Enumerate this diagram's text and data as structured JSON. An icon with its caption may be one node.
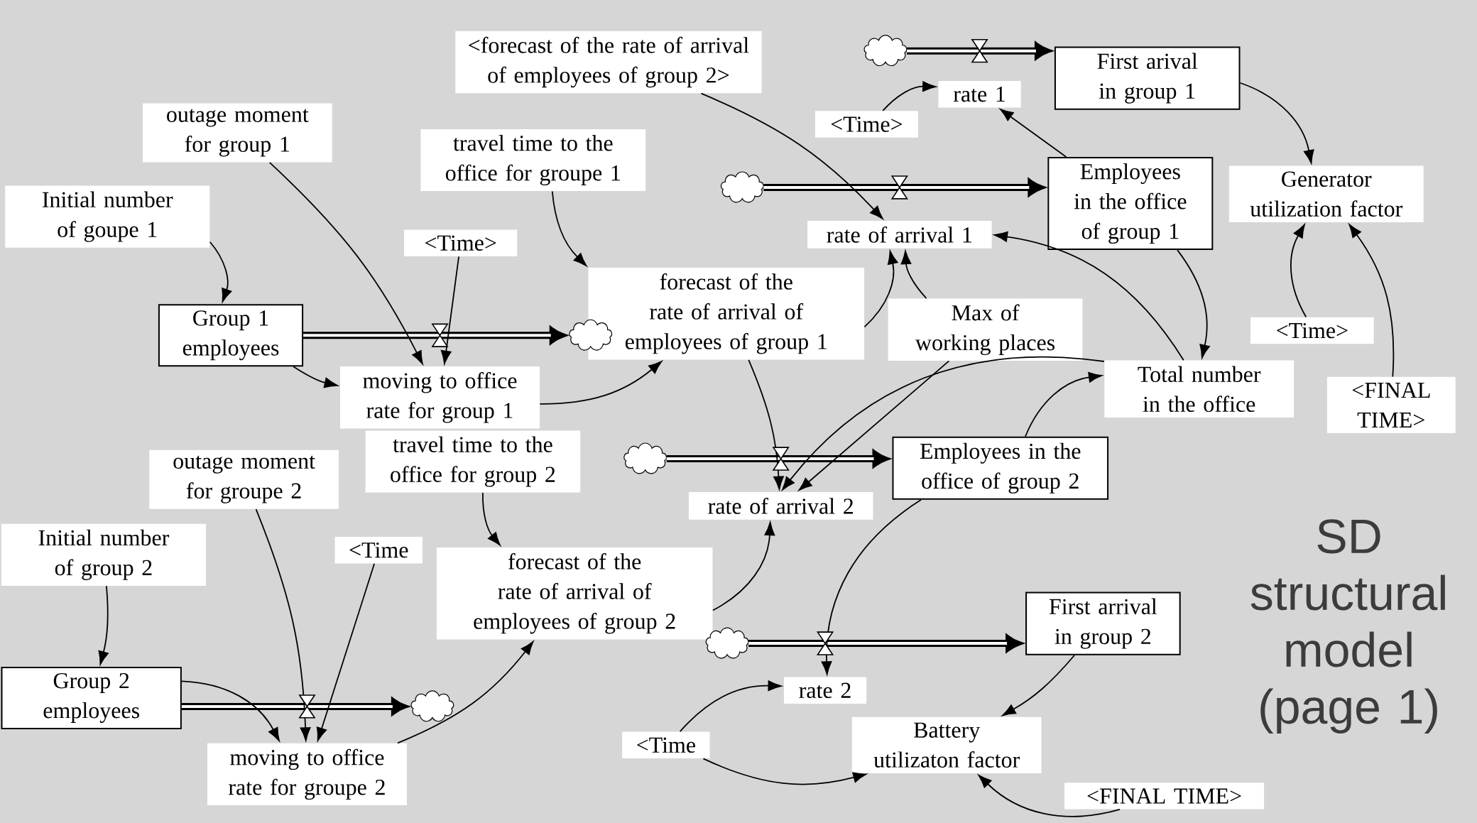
{
  "diagram": {
    "title": "SD structural model (page 1)",
    "nodes": [
      {
        "text": [
          "<forecast of the rate of arrival of employees of group 2>"
        ]
      },
      {
        "text": [
          "rate 1"
        ]
      },
      {
        "text": [
          "First arival in group 1"
        ]
      },
      {
        "text": [
          "<Time>"
        ]
      },
      {
        "text": [
          "outage moment for group 1"
        ]
      },
      {
        "text": [
          "travel time to the office for groupe 1"
        ]
      },
      {
        "text": [
          "Employees in the office of group 1"
        ]
      },
      {
        "text": [
          "Generator utilization factor"
        ]
      },
      {
        "text": [
          "Initial number of goupe 1"
        ]
      },
      {
        "text": [
          "rate of arrival 1"
        ]
      },
      {
        "text": [
          "<Time>"
        ]
      },
      {
        "text": [
          "forecast of the rate of arrival of employees of group 1"
        ]
      },
      {
        "text": [
          "Group 1 employees"
        ]
      },
      {
        "text": [
          "moving to office rate for group 1"
        ]
      },
      {
        "text": [
          "Max of working places"
        ]
      },
      {
        "text": [
          "<Time>"
        ]
      },
      {
        "text": [
          "Total number in the office"
        ]
      },
      {
        "text": [
          "<FINAL TIME>"
        ]
      },
      {
        "text": [
          "rate of arrival 2"
        ]
      },
      {
        "text": [
          "Employees in the office of group 2"
        ]
      },
      {
        "text": [
          "outage moment for groupe 2"
        ]
      },
      {
        "text": [
          "travel time to the office for group 2"
        ]
      },
      {
        "text": [
          "Initial number of group 2"
        ]
      },
      {
        "text": [
          "<Time"
        ]
      },
      {
        "text": [
          "forecast of the rate of arrival of employees of group 2"
        ]
      },
      {
        "text": [
          "First arrival in group 2"
        ]
      },
      {
        "text": [
          "rate 2"
        ]
      },
      {
        "text": [
          "Group 2 employees"
        ]
      },
      {
        "text": [
          "moving to office rate for groupe 2"
        ]
      },
      {
        "text": [
          "<Time"
        ]
      },
      {
        "text": [
          "Battery utilizaton factor"
        ]
      },
      {
        "text": [
          "<FINAL TIME>"
        ]
      },
      {
        "text": [],
        "shape": "cloud"
      },
      {
        "text": [],
        "shape": "cloud"
      },
      {
        "text": [],
        "shape": "cloud"
      },
      {
        "text": [],
        "shape": "cloud"
      },
      {
        "text": [],
        "shape": "cloud"
      },
      {
        "text": [],
        "shape": "cloud"
      }
    ],
    "edges": [
      {
        "from": 32,
        "to": 2,
        "arrow": "to",
        "style": "thick"
      },
      {
        "from": 33,
        "to": 6,
        "arrow": "to",
        "style": "thick"
      },
      {
        "from": 12,
        "to": 34,
        "arrow": "to",
        "style": "thick"
      },
      {
        "from": 35,
        "to": 19,
        "arrow": "to",
        "style": "thick"
      },
      {
        "from": 36,
        "to": 25,
        "arrow": "to",
        "style": "thick"
      },
      {
        "from": 27,
        "to": 37,
        "arrow": "to",
        "style": "thick"
      },
      {
        "from": 0,
        "to": 9,
        "arrow": "to"
      },
      {
        "from": 3,
        "to": 1,
        "arrow": "to"
      },
      {
        "from": 6,
        "to": 1,
        "arrow": "to"
      },
      {
        "from": 2,
        "to": 7,
        "arrow": "to"
      },
      {
        "from": 4,
        "to": 13,
        "arrow": "to"
      },
      {
        "from": 5,
        "to": 11,
        "arrow": "to"
      },
      {
        "from": 8,
        "to": 12,
        "arrow": "to"
      },
      {
        "from": 10,
        "to": 13,
        "arrow": "to"
      },
      {
        "from": 13,
        "to": 11,
        "arrow": "to"
      },
      {
        "from": 11,
        "to": 9,
        "arrow": "to"
      },
      {
        "from": 12,
        "to": 13,
        "arrow": "to"
      },
      {
        "from": 14,
        "to": 9,
        "arrow": "to"
      },
      {
        "from": 16,
        "to": 9,
        "arrow": "to"
      },
      {
        "from": 6,
        "to": 16,
        "arrow": "to"
      },
      {
        "from": 15,
        "to": 7,
        "arrow": "to"
      },
      {
        "from": 17,
        "to": 7,
        "arrow": "to"
      },
      {
        "from": 11,
        "to": 18,
        "arrow": "to"
      },
      {
        "from": 14,
        "to": 18,
        "arrow": "to"
      },
      {
        "from": 16,
        "to": 18,
        "arrow": "to"
      },
      {
        "from": 19,
        "to": 16,
        "arrow": "to"
      },
      {
        "from": 24,
        "to": 18,
        "arrow": "to"
      },
      {
        "from": 19,
        "to": 26,
        "arrow": "to"
      },
      {
        "from": 20,
        "to": 28,
        "arrow": "to"
      },
      {
        "from": 21,
        "to": 24,
        "arrow": "to"
      },
      {
        "from": 22,
        "to": 27,
        "arrow": "to"
      },
      {
        "from": 23,
        "to": 28,
        "arrow": "to"
      },
      {
        "from": 27,
        "to": 28,
        "arrow": "to"
      },
      {
        "from": 28,
        "to": 24,
        "arrow": "to"
      },
      {
        "from": 29,
        "to": 26,
        "arrow": "to"
      },
      {
        "from": 29,
        "to": 30,
        "arrow": "to"
      },
      {
        "from": 25,
        "to": 30,
        "arrow": "to"
      },
      {
        "from": 31,
        "to": 30,
        "arrow": "to"
      }
    ]
  }
}
